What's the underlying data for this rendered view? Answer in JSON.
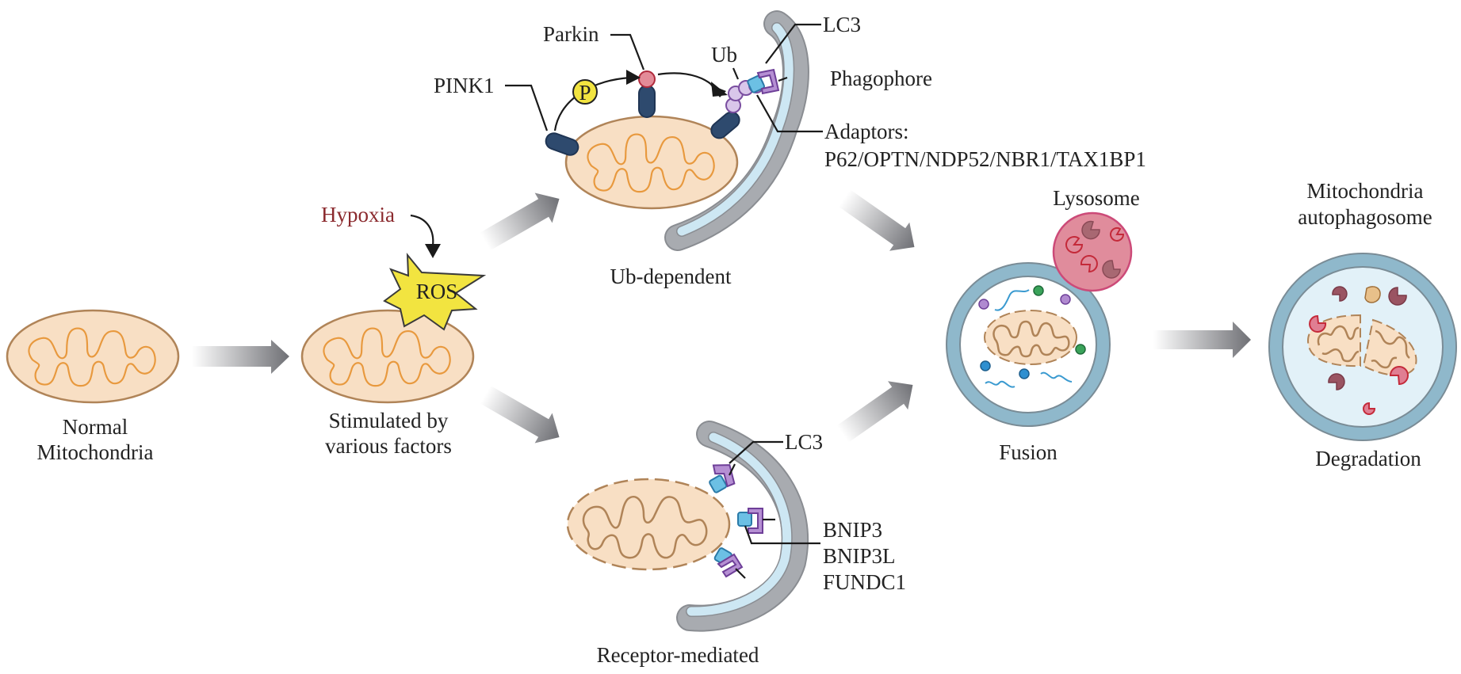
{
  "title": "Mitophagy pathways: Ub-dependent and receptor-mediated",
  "stages": {
    "normal": {
      "label_line1": "Normal",
      "label_line2": "Mitochondria"
    },
    "stimulated": {
      "label_line1": "Stimulated by",
      "label_line2": "various factors"
    },
    "ub_dependent": {
      "label": "Ub-dependent"
    },
    "receptor_mediated": {
      "label": "Receptor-mediated"
    },
    "fusion": {
      "label": "Fusion"
    },
    "degradation": {
      "label": "Degradation"
    }
  },
  "stressors": {
    "hypoxia": "Hypoxia",
    "ros": "ROS"
  },
  "ub_pathway": {
    "pink1": "PINK1",
    "parkin": "Parkin",
    "phospho": "P",
    "ub": "Ub",
    "lc3": "LC3",
    "phagophore": "Phagophore",
    "adaptors_title": "Adaptors:",
    "adaptors_list": "P62/OPTN/NDP52/NBR1/TAX1BP1"
  },
  "receptor_pathway": {
    "lc3": "LC3",
    "receptors": [
      "BNIP3",
      "BNIP3L",
      "FUNDC1"
    ]
  },
  "organelles": {
    "lysosome": "Lysosome",
    "autophagosome_line1": "Mitochondria",
    "autophagosome_line2": "autophagosome"
  },
  "colors": {
    "mito_fill": "#f8dfc4",
    "mito_cristae": "#e8993e",
    "hypoxia_text": "#8b2a2e",
    "ros_star": "#f2e440",
    "lysosome": "#e08c9c",
    "autophagosome_ring": "#8fb8cb",
    "phagophore_gray": "#a8abb0",
    "phagophore_blue": "#cde7f3"
  }
}
